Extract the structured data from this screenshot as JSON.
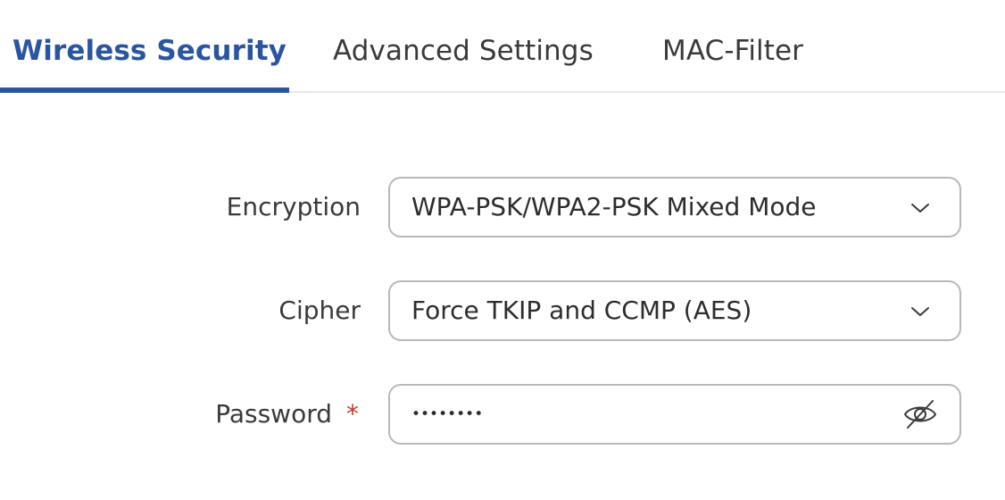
{
  "tabs": [
    {
      "label": "Wireless Security",
      "active": true
    },
    {
      "label": "Advanced Settings",
      "active": false
    },
    {
      "label": "MAC-Filter",
      "active": false
    }
  ],
  "form": {
    "encryption": {
      "label": "Encryption",
      "value": "WPA-PSK/WPA2-PSK Mixed Mode"
    },
    "cipher": {
      "label": "Cipher",
      "value": "Force TKIP and CCMP (AES)"
    },
    "password": {
      "label": "Password",
      "required_mark": "*",
      "masked_value": "••••••••",
      "toggle_icon": "eye-slash-icon"
    }
  },
  "colors": {
    "accent": "#2a55a2",
    "required": "#c0392b",
    "border": "#b5b8bd",
    "text": "#3a3a3c"
  }
}
